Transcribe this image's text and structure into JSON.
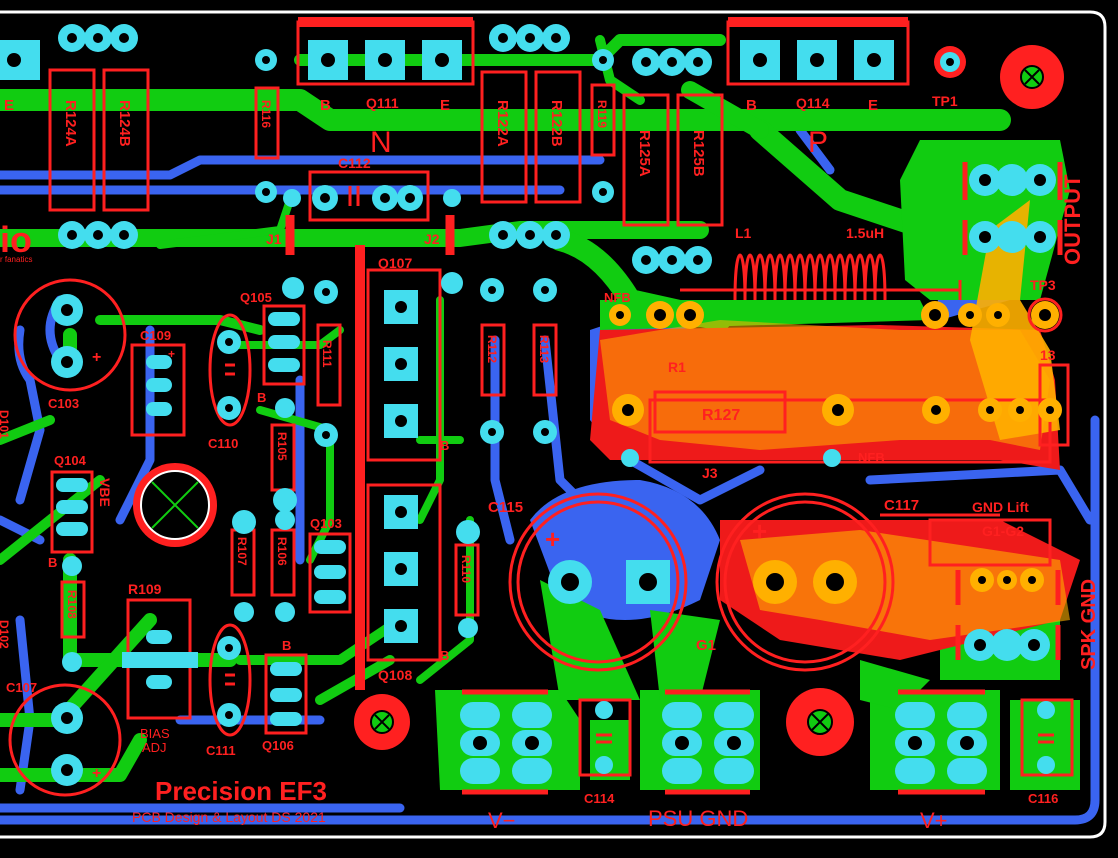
{
  "colors": {
    "background": "#000000",
    "top_copper": "#00cc00",
    "bottom_copper": "#3366ff",
    "silkscreen": "#ff2020",
    "pads": "#44ddee",
    "highlight_fill": "#ff2020",
    "highlight_overlay": "#ffaa00",
    "outline": "#ffffff"
  },
  "components": {
    "resistors": [
      "R124A",
      "R124B",
      "R122A",
      "R122B",
      "R125A",
      "R125B",
      "R116",
      "R119",
      "R112",
      "R113",
      "R111",
      "R105",
      "R106",
      "R107",
      "R108",
      "R110",
      "R109",
      "R127"
    ],
    "capacitors": [
      "C112",
      "C103",
      "C109",
      "C110",
      "C111",
      "C107",
      "C114",
      "C115",
      "C116",
      "C117"
    ],
    "transistors": [
      "Q111",
      "Q114",
      "Q105",
      "Q107",
      "Q104",
      "Q103",
      "Q106",
      "Q108"
    ],
    "jumpers": [
      "J1",
      "J2",
      "J3"
    ],
    "inductor": "L1",
    "inductor_value": "1.5uH",
    "test_points": [
      "TP1",
      "TP3"
    ],
    "pin_b": "B",
    "pin_e": "E",
    "channel_n": "N",
    "channel_p": "P",
    "nfb": "NFB",
    "vbe": "VBE",
    "bias_line1": "BIAS",
    "bias_line2": "ADJ",
    "g1": "G1",
    "gnd_lift": "GND Lift",
    "gnd_link": "G1-G2",
    "r_partial": "R1",
    "r13_partial": "13",
    "d101_partial": "D101",
    "d102_partial": "D102",
    "plus": "+",
    "logo_partial": "io",
    "logo_sub": "r fanatics"
  },
  "connectors": {
    "output": "OUTPUT",
    "spk_gnd": "SPK GND",
    "v_minus": "V−",
    "psu_gnd": "PSU GND",
    "v_plus": "V+"
  },
  "title": {
    "name": "Precision EF3",
    "credit": "PCB Design & Layout DS 2021"
  }
}
